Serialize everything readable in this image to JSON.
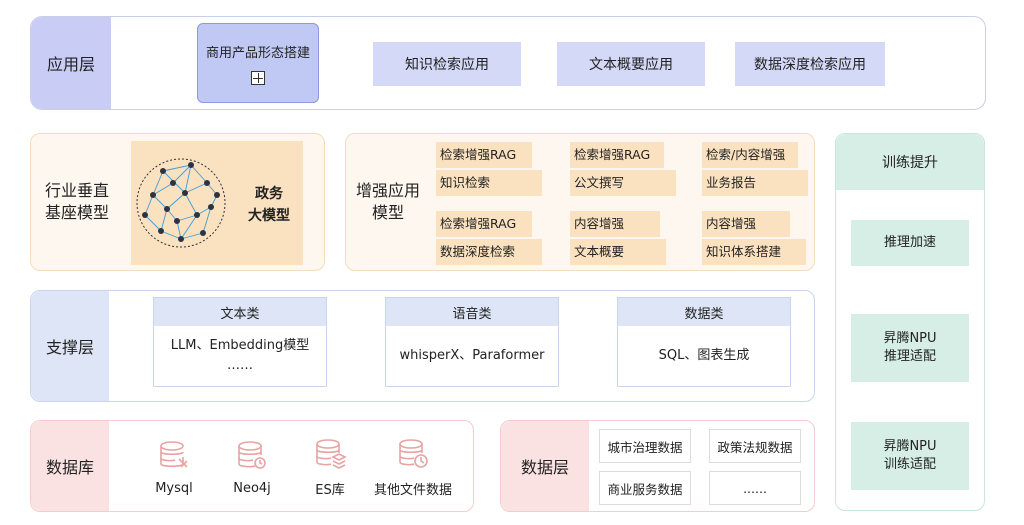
{
  "app_layer": {
    "label": "应用层",
    "main_button": "商用产品形态搭建",
    "buttons": [
      "知识检索应用",
      "文本概要应用",
      "数据深度检索应用"
    ]
  },
  "vertical_model": {
    "label_line1": "行业垂直",
    "label_line2": "基座模型",
    "name_line1": "政务",
    "name_line2": "大模型"
  },
  "enhanced": {
    "label_line1": "增强应用",
    "label_line2": "模型",
    "groups": [
      [
        "检索增强RAG",
        "知识检索"
      ],
      [
        "检索增强RAG",
        "公文撰写"
      ],
      [
        "检索/内容增强",
        "业务报告"
      ],
      [
        "检索增强RAG",
        "数据深度检索"
      ],
      [
        "内容增强",
        "文本概要"
      ],
      [
        "内容增强",
        "知识体系搭建"
      ]
    ]
  },
  "right_column": {
    "header": "训练提升",
    "items": [
      {
        "line1": "推理加速",
        "line2": ""
      },
      {
        "line1": "昇腾NPU",
        "line2": "推理适配"
      },
      {
        "line1": "昇腾NPU",
        "line2": "训练适配"
      }
    ]
  },
  "support_layer": {
    "label": "支撑层",
    "columns": [
      {
        "title": "文本类",
        "line1": "LLM、Embedding模型",
        "line2": "……"
      },
      {
        "title": "语音类",
        "line1": "whisperX、Paraformer",
        "line2": ""
      },
      {
        "title": "数据类",
        "line1": "SQL、图表生成",
        "line2": ""
      }
    ]
  },
  "database": {
    "label": "数据库",
    "items": [
      "Mysql",
      "Neo4j",
      "ES库",
      "其他文件数据"
    ]
  },
  "data_layer": {
    "label": "数据层",
    "cells": [
      "城市治理数据",
      "政策法规数据",
      "商业服务数据",
      "......"
    ]
  },
  "colors": {
    "app_accent": "#c9cdf5",
    "vertical_accent": "#fae1c0",
    "support_accent": "#dde5f7",
    "right_accent": "#d6eee6",
    "db_accent": "#fbe2e2",
    "db_icon": "#e8a3a3",
    "network_node": "#2d3340",
    "network_edge": "#3d9fd6"
  }
}
